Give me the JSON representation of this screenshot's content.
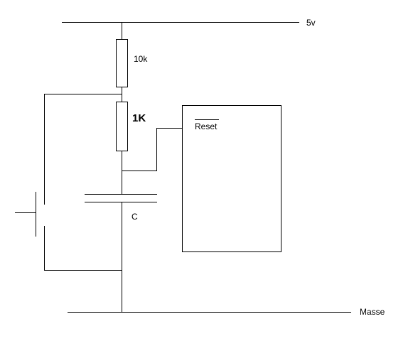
{
  "diagram": {
    "supply_label": "5v",
    "ground_label": "Masse",
    "resistor_top_label": "10k",
    "resistor_bottom_label": "1K",
    "capacitor_label": "C",
    "chip_pin_label": "Reset",
    "colors": {
      "line": "#000000",
      "background": "#ffffff"
    }
  }
}
